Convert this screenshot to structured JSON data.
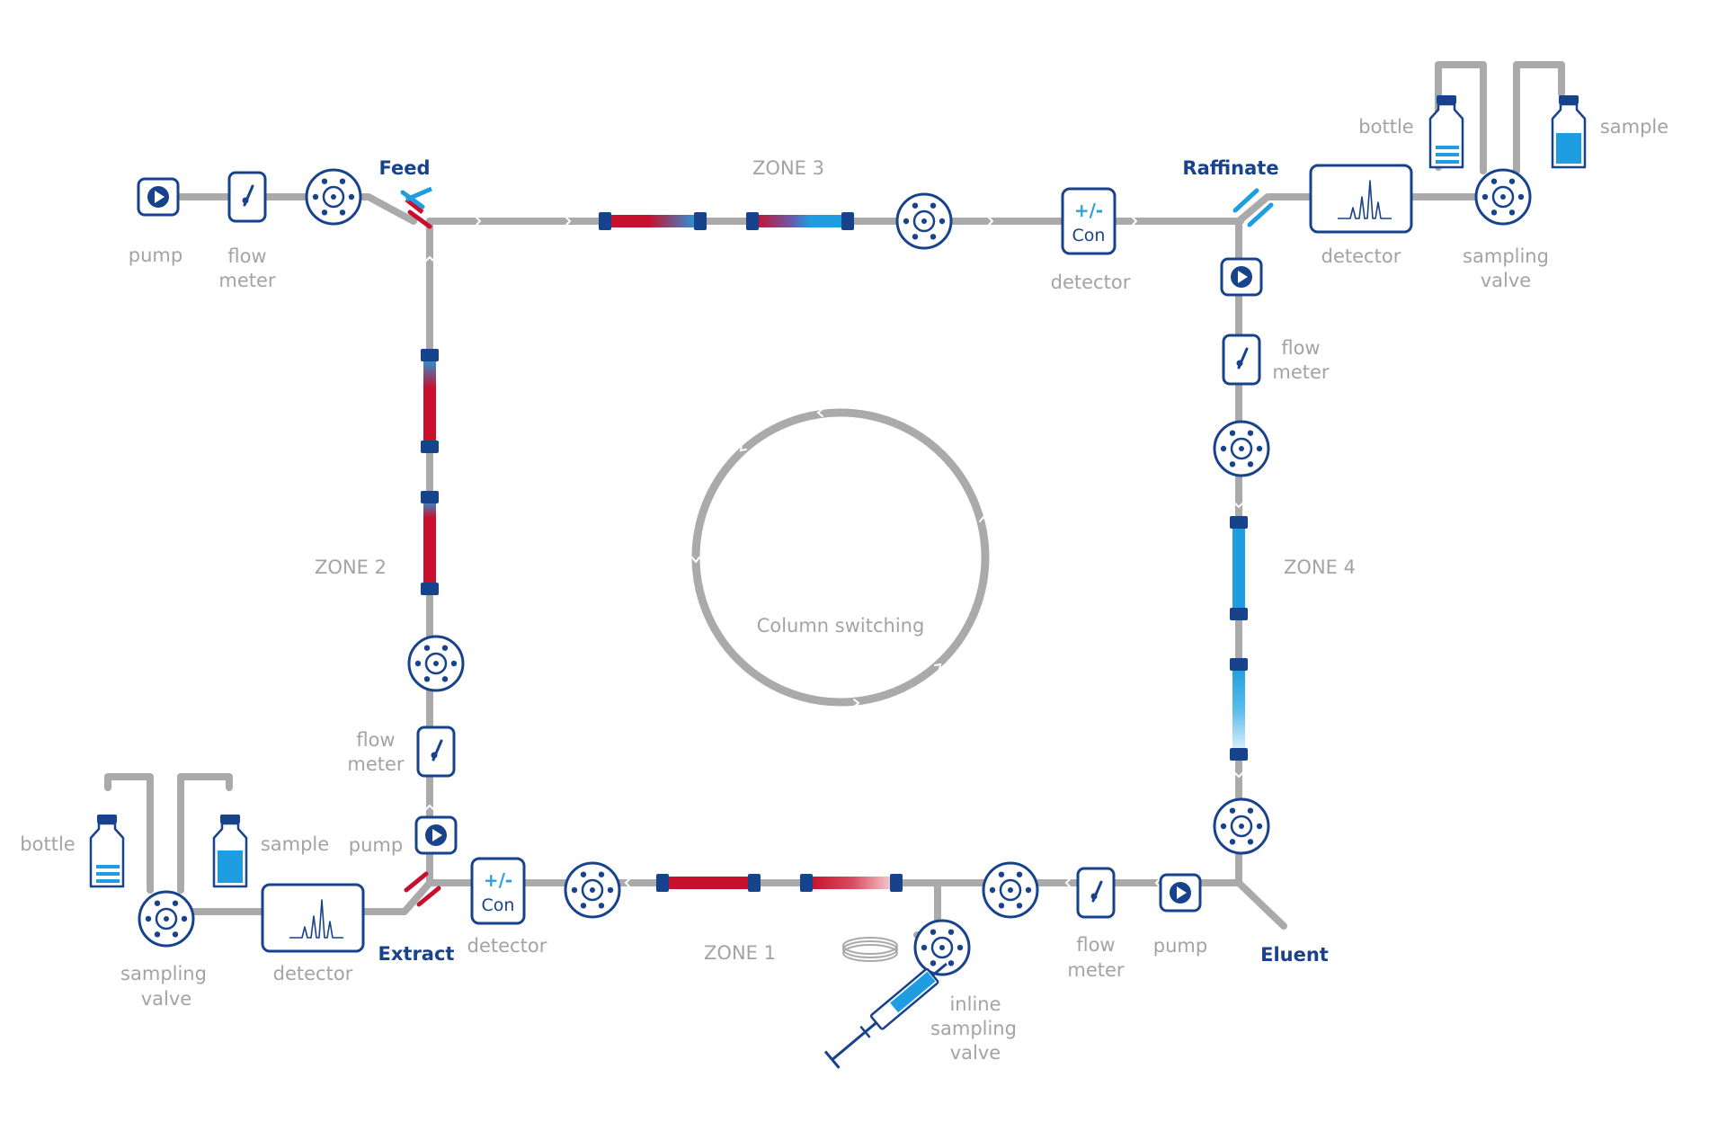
{
  "labels": {
    "pump": "pump",
    "flow": "flow",
    "meter": "meter",
    "detector": "detector",
    "sampling": "sampling",
    "valve": "valve",
    "bottle": "bottle",
    "sample": "sample",
    "inline": "inline"
  },
  "ports": {
    "feed": "Feed",
    "raffinate": "Raffinate",
    "extract": "Extract",
    "eluent": "Eluent"
  },
  "zones": {
    "zone1": "ZONE 1",
    "zone2": "ZONE 2",
    "zone3": "ZONE 3",
    "zone4": "ZONE 4"
  },
  "center": "Column switching",
  "conductivity": {
    "top": "+/-",
    "bottom": "Con"
  },
  "colors": {
    "pipe": "#aaaaaa",
    "navy": "#17428c",
    "red": "#c8102e",
    "blue": "#1e9ee0",
    "label": "#a3a3a3"
  }
}
